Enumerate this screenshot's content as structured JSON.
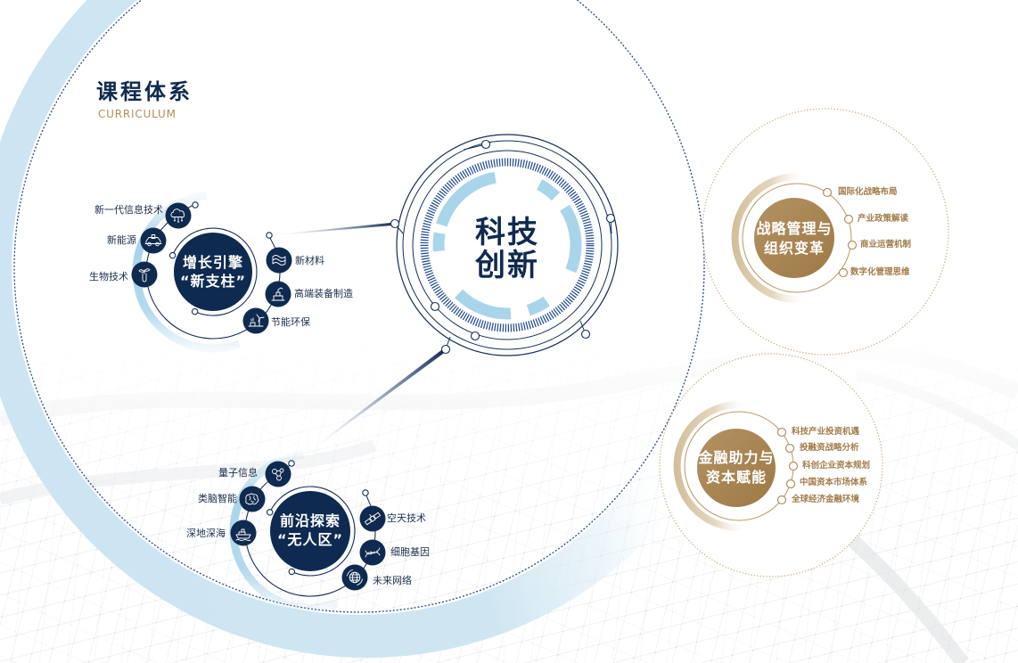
{
  "header": {
    "title": "课程体系",
    "subtitle": "CURRICULUM"
  },
  "core": {
    "line1": "科技",
    "line2": "创新"
  },
  "growth": {
    "title_line1": "增长引擎",
    "title_line2": "“新支柱”",
    "items": [
      {
        "label": "新一代信息技术",
        "icon": "cloud-network-icon"
      },
      {
        "label": "新能源",
        "icon": "electric-car-icon"
      },
      {
        "label": "生物技术",
        "icon": "plant-test-tube-icon"
      },
      {
        "label": "新材料",
        "icon": "material-layers-icon"
      },
      {
        "label": "高端装备制造",
        "icon": "robot-equipment-icon"
      },
      {
        "label": "节能环保",
        "icon": "wind-turbine-icon"
      }
    ]
  },
  "frontier": {
    "title_line1": "前沿探索",
    "title_line2": "“无人区”",
    "items": [
      {
        "label": "量子信息",
        "icon": "quantum-nodes-icon"
      },
      {
        "label": "类脑智能",
        "icon": "brain-icon"
      },
      {
        "label": "深地深海",
        "icon": "ship-icon"
      },
      {
        "label": "空天技术",
        "icon": "satellite-icon"
      },
      {
        "label": "细胞基因",
        "icon": "dna-icon"
      },
      {
        "label": "未来网络",
        "icon": "globe-network-icon"
      }
    ]
  },
  "strategy": {
    "title_line1": "战略管理与",
    "title_line2": "组织变革",
    "items": [
      "国际化战略布局",
      "产业政策解读",
      "商业运营机制",
      "数字化管理思维"
    ]
  },
  "finance": {
    "title_line1": "金融助力与",
    "title_line2": "资本赋能",
    "items": [
      "科技产业投资机遇",
      "投融资战略分析",
      "科创企业资本规划",
      "中国资本市场体系",
      "全球经济金融环境"
    ]
  },
  "colors": {
    "navy": "#0f2a4f",
    "light_blue": "#a9d5eb",
    "tick_blue": "#2a5394",
    "gold": "#a8844f",
    "gold_text": "#a27c4a",
    "subtitle_gold": "#b38f5e"
  }
}
